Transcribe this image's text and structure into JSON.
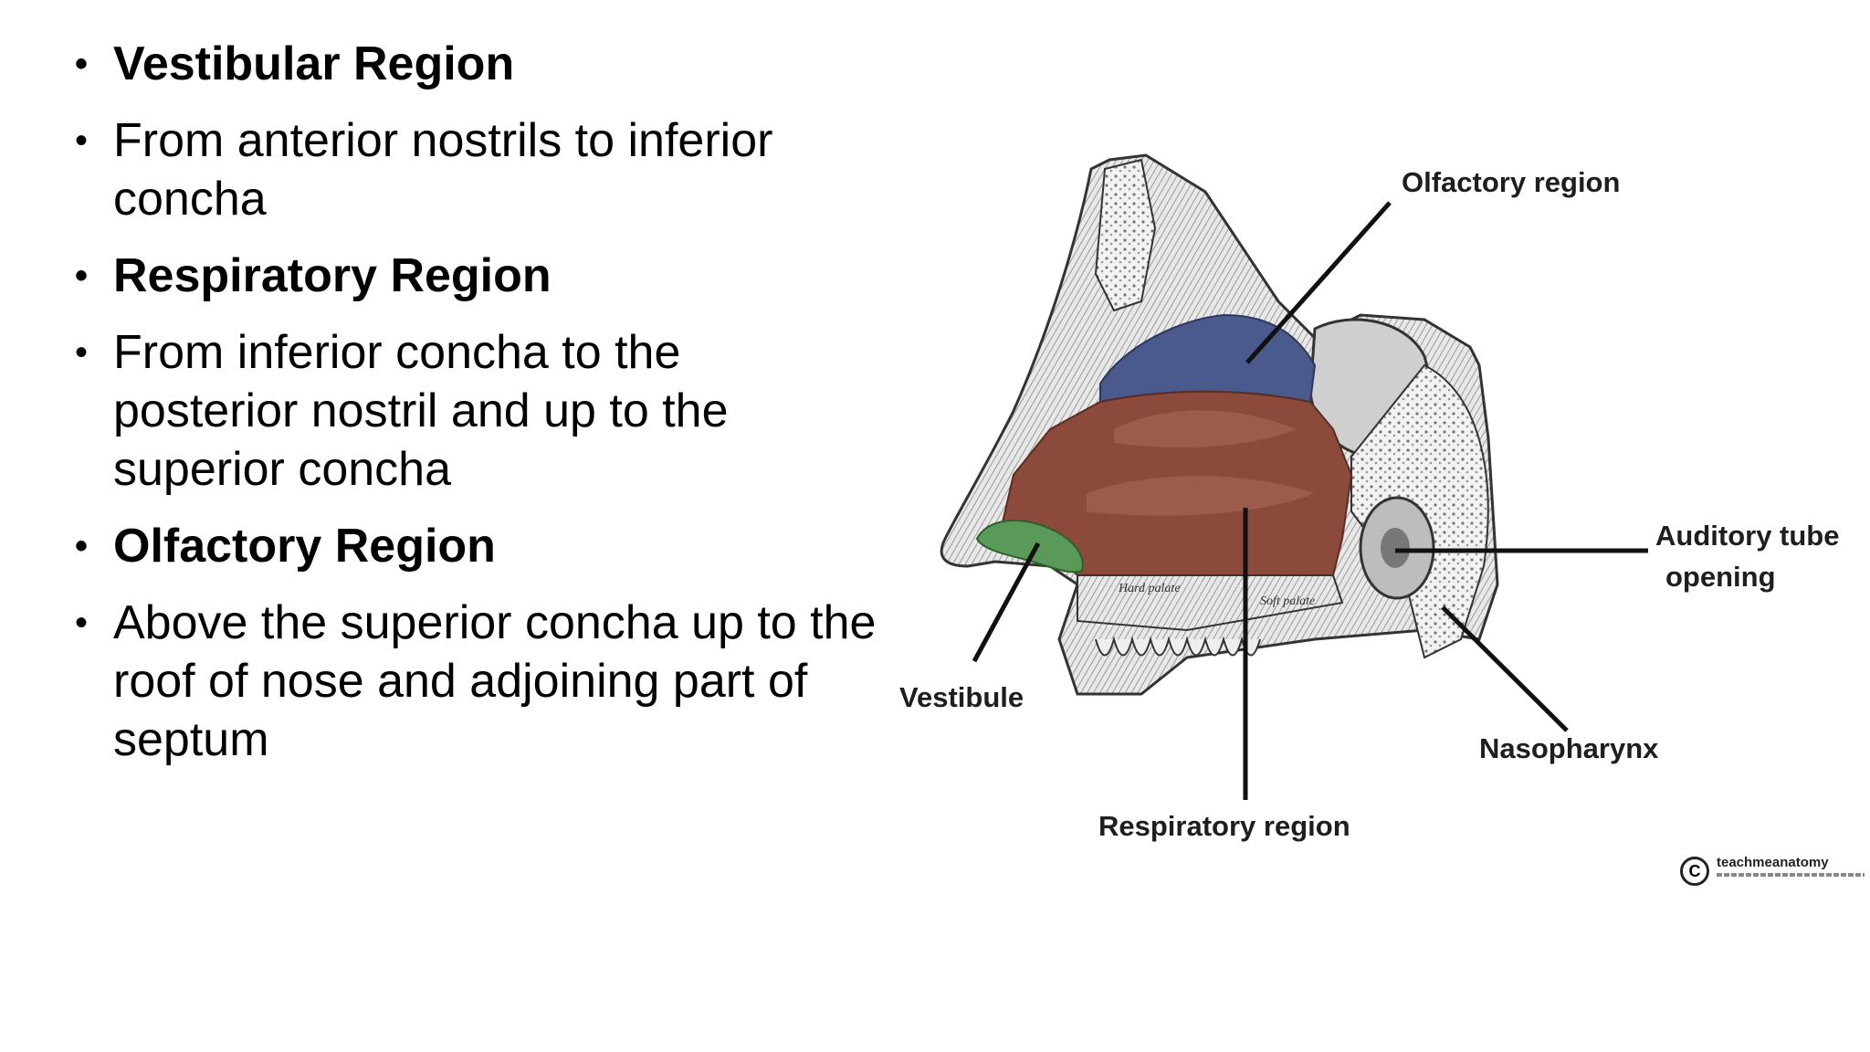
{
  "bullets": [
    {
      "text": "Vestibular Region",
      "bold": true
    },
    {
      "text": "From anterior nostrils to inferior concha",
      "bold": false
    },
    {
      "text": "Respiratory Region",
      "bold": true
    },
    {
      "text": "From inferior concha to the posterior nostril and up to the superior concha",
      "bold": false
    },
    {
      "text": "Olfactory Region",
      "bold": true
    },
    {
      "text": "Above the superior concha up to the roof of nose and adjoining part of septum",
      "bold": false
    }
  ],
  "bullet_glyph": "•",
  "diagram": {
    "labels": {
      "olfactory": "Olfactory region",
      "auditory_line1": "Auditory tube",
      "auditory_line2": "opening",
      "vestibule": "Vestibule",
      "nasopharynx": "Nasopharynx",
      "respiratory": "Respiratory region"
    },
    "inner_labels": {
      "hard_palate": "Hard palate",
      "soft_palate": "Soft palate"
    },
    "copyright_mark": "C",
    "brand": "teachmeanatomy",
    "colors": {
      "olfactory": "#4a5a8c",
      "respiratory": "#8b4a3c",
      "vestibule": "#5a9a58"
    }
  }
}
